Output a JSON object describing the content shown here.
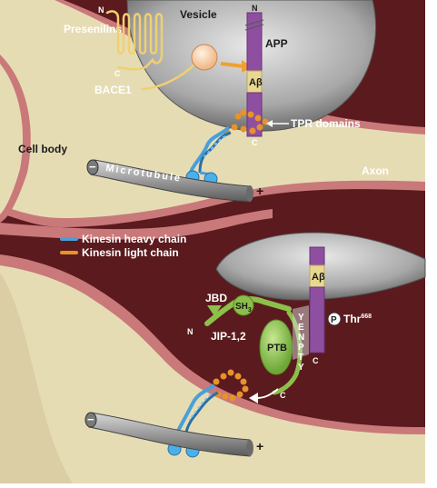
{
  "labels": {
    "presenilins": "Presenilins",
    "vesicle": "Vesicle",
    "app": "APP",
    "bace1": "BACE1",
    "abeta_top": "Aβ",
    "abeta_bottom": "Aβ",
    "tpr_domains": "TPR domains",
    "cell_body": "Cell body",
    "axon": "Axon",
    "microtubule": "Microtubule",
    "n_ps": "N",
    "c_ps": "C",
    "n_app_top": "N",
    "c_app_top": "C",
    "c_app_bottom": "C",
    "minus_top": "−",
    "plus_top": "+",
    "minus_bottom": "−",
    "plus_bottom": "+",
    "jbd": "JBD",
    "sh3": "SH",
    "sh3_sub": "3",
    "jip": "JIP-1,2",
    "ptb": "PTB",
    "n_jip": "N",
    "c_jip": "C",
    "yenpty": [
      "Y",
      "E",
      "N",
      "P",
      "T",
      "Y"
    ],
    "phospho": "P",
    "thr": "Thr",
    "thr_sup": "668"
  },
  "legend": [
    {
      "label": "Kinesin heavy chain",
      "color": "#4a9fd8"
    },
    {
      "label": "Kinesin light chain",
      "color": "#e8922a"
    }
  ],
  "colors": {
    "background": "#5a1a1e",
    "cytoplasm": "#e6dcb4",
    "membrane_pink": "#d98a8a",
    "app_purple": "#8e4fa0",
    "abeta_yellow": "#e8d890",
    "jip_green": "#8cc04a",
    "vesicle_gray": "#9a9a9a",
    "kinesin_blue": "#4a9fd8",
    "light_chain_orange": "#e8922a",
    "presenilin_yellow": "#f0d070"
  }
}
